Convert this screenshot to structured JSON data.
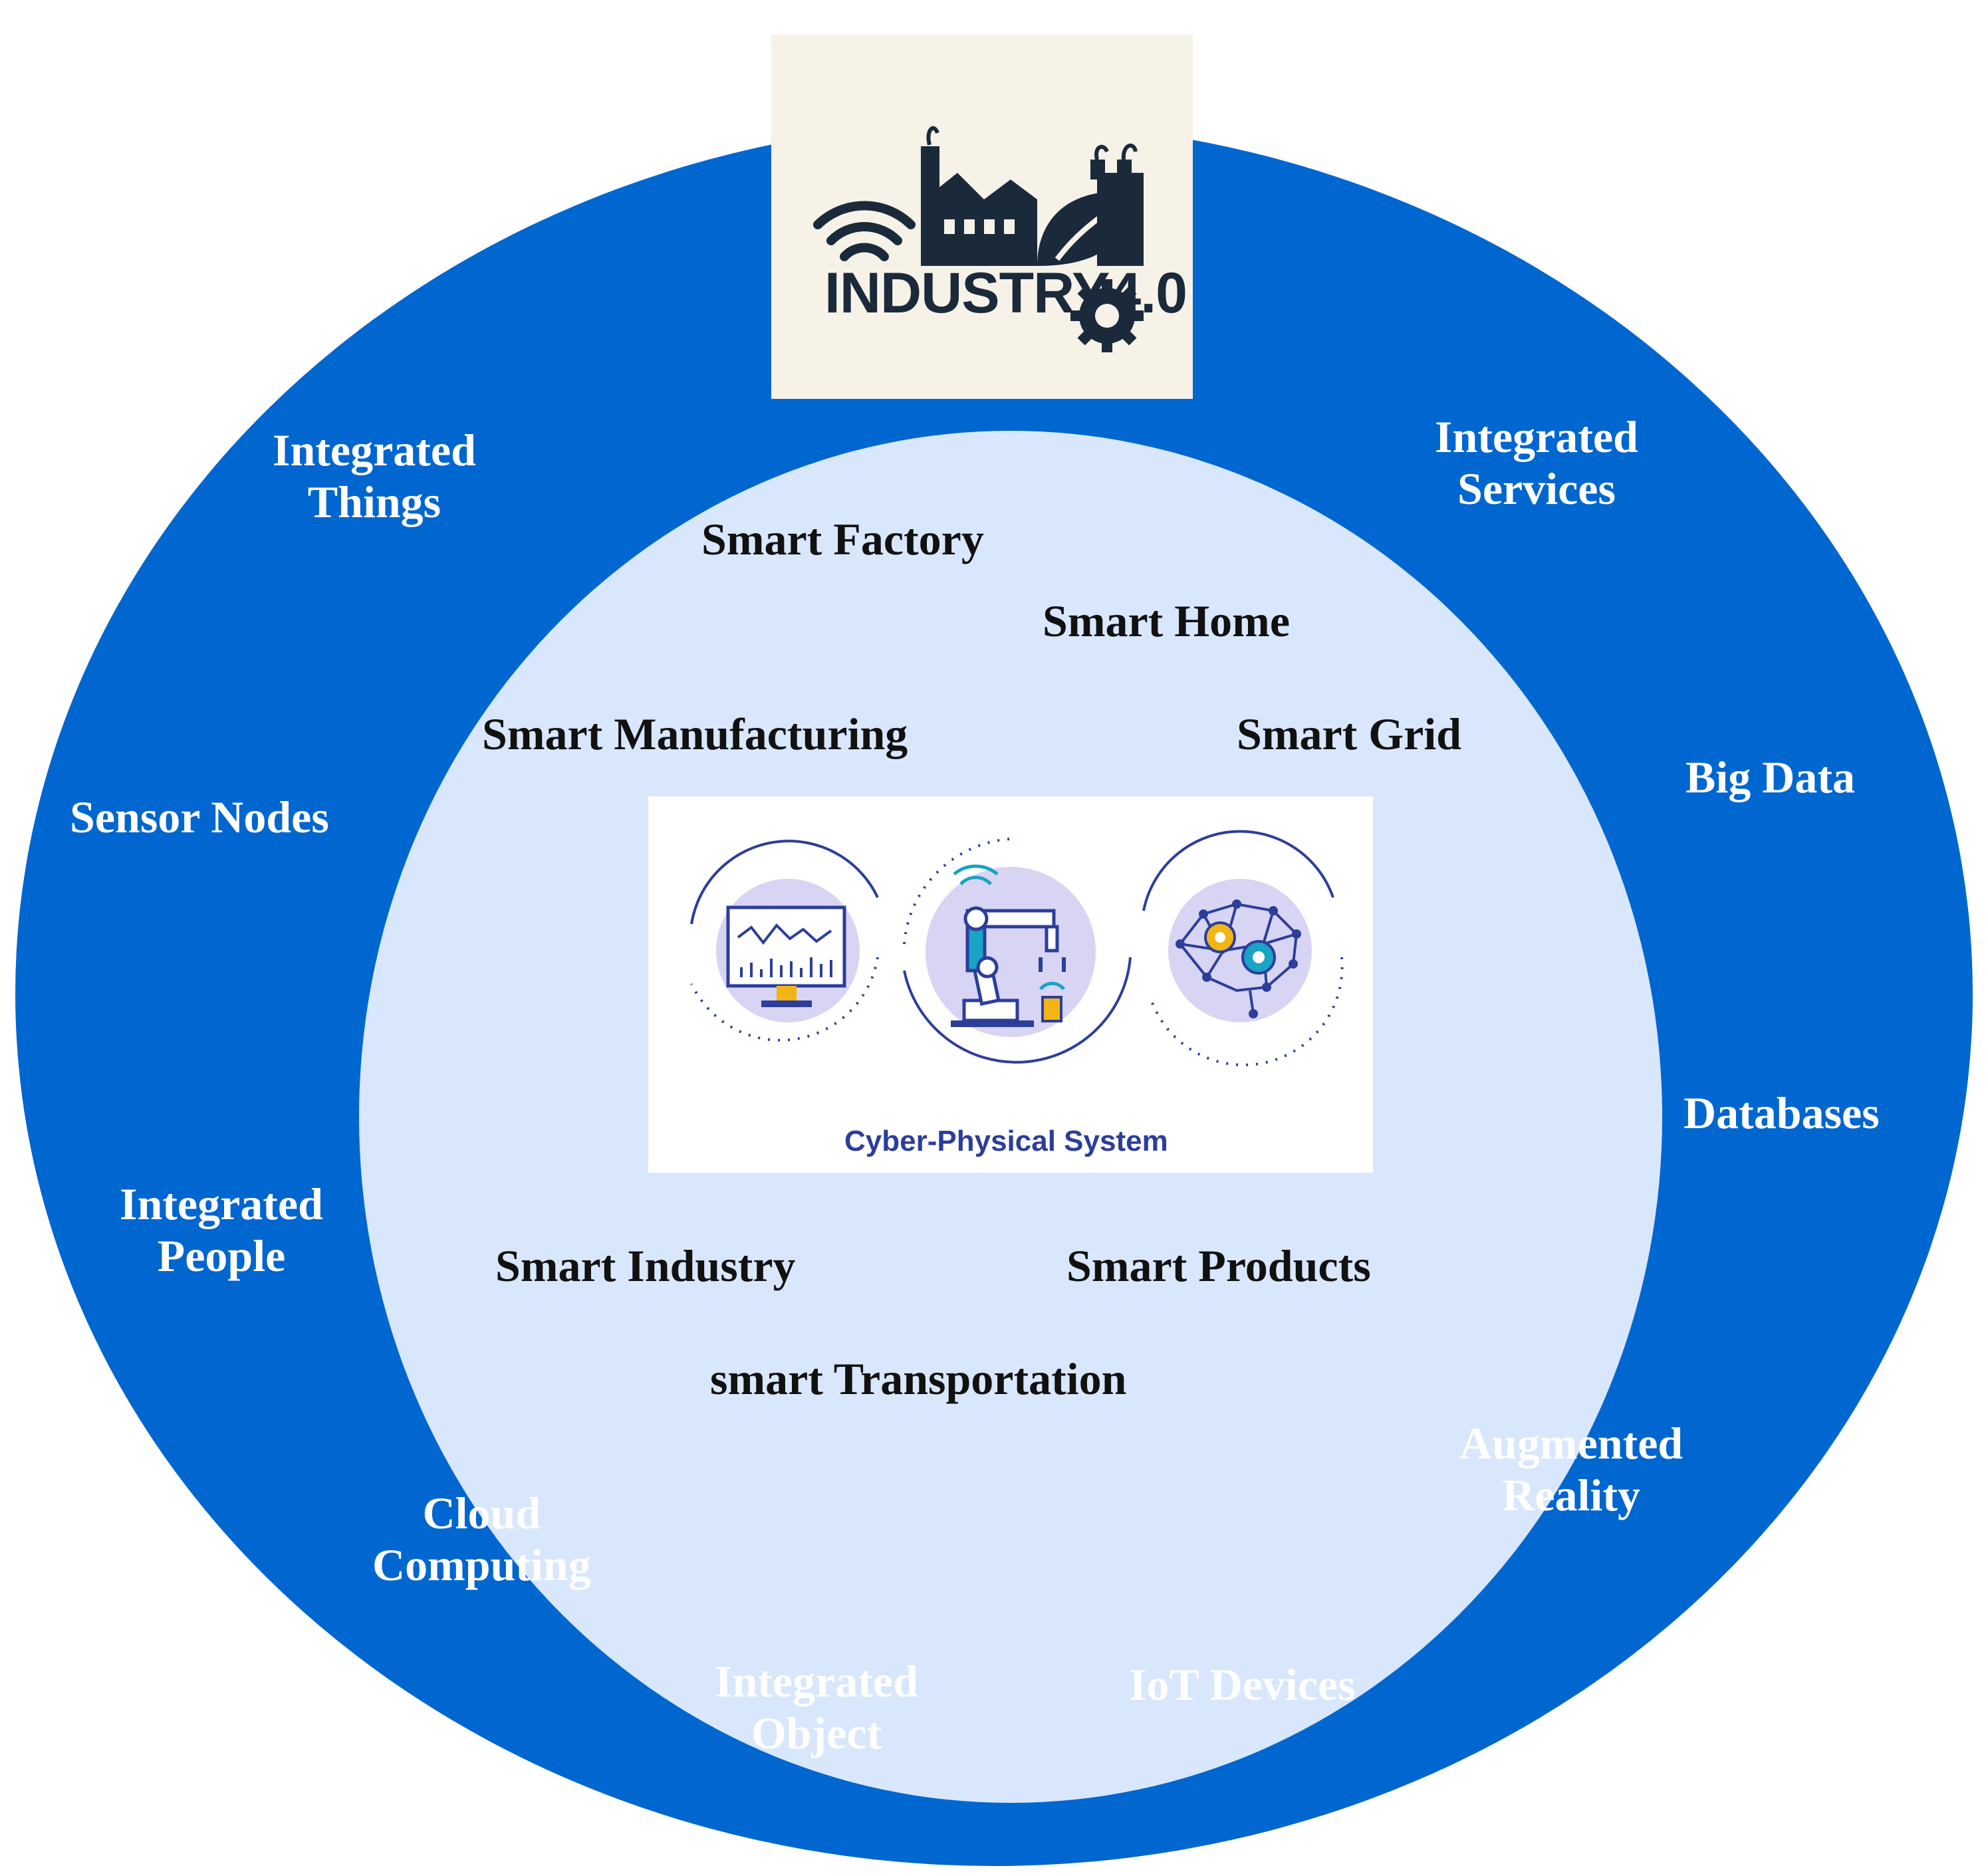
{
  "colors": {
    "outer_ring": "#0066d0",
    "inner_disc": "#d8e7fb",
    "logo_bg": "#f6f2e8",
    "logo_ink": "#1b2a3a",
    "cps_bg": "#ffffff",
    "cps_circle": "#d8d4f4",
    "cps_line": "#2c3e9a",
    "cps_teal": "#19a3c4",
    "cps_yellow": "#f2b516"
  },
  "logo": {
    "text_main": "INDUSTRY",
    "text_version": "4.0",
    "icons": [
      "wifi-icon",
      "factory-icon",
      "leaf-icon",
      "gear-icon"
    ]
  },
  "outer_labels": {
    "integrated_things": [
      "Integrated",
      "Things"
    ],
    "integrated_services": [
      "Integrated",
      "Services"
    ],
    "sensor_nodes": "Sensor Nodes",
    "big_data": "Big Data",
    "databases": "Databases",
    "integrated_people": [
      "Integrated",
      "People"
    ],
    "augmented_reality": [
      "Augmented",
      "Reality"
    ],
    "cloud_computing": [
      "Cloud",
      "Computing"
    ],
    "integrated_object": [
      "Integrated",
      "Object"
    ],
    "iot_devices": "IoT Devices"
  },
  "inner_labels": {
    "smart_factory": "Smart Factory",
    "smart_home": "Smart Home",
    "smart_manufacturing": "Smart Manufacturing",
    "smart_grid": "Smart Grid",
    "smart_industry": "Smart Industry",
    "smart_products": "Smart Products",
    "smart_transportation": "smart Transportation"
  },
  "cps": {
    "caption": "Cyber-Physical System",
    "icons": [
      "monitor-chart-icon",
      "robot-arm-icon",
      "brain-gears-icon"
    ]
  }
}
